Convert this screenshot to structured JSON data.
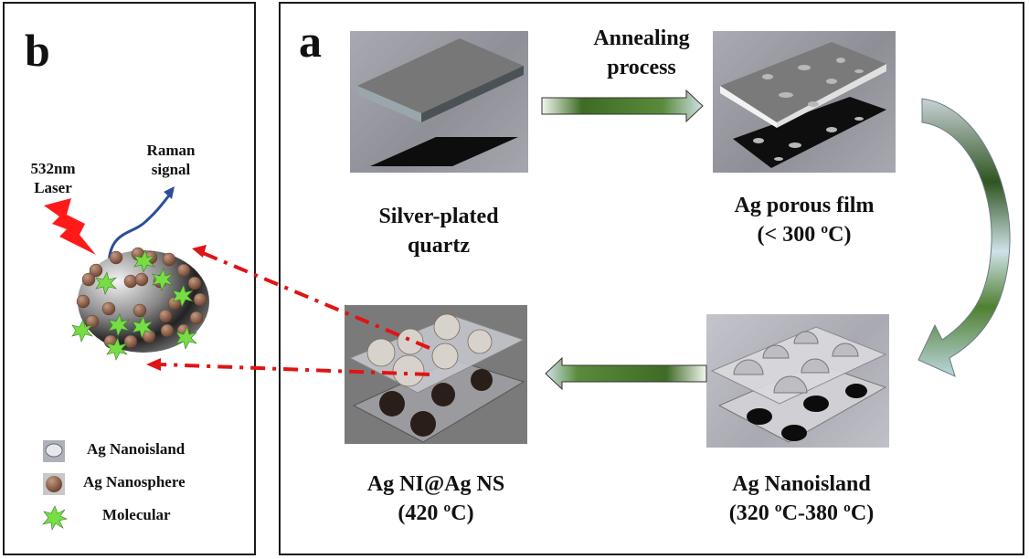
{
  "panel_b": {
    "letter": "b",
    "laser_label": [
      "532nm",
      "Laser"
    ],
    "raman_label": [
      "Raman",
      "signal"
    ],
    "legend": [
      {
        "icon": "ag-nanoisland-icon",
        "label": "Ag Nanoisland"
      },
      {
        "icon": "ag-nanosphere-icon",
        "label": "Ag Nanosphere"
      },
      {
        "icon": "molecule-star-icon",
        "label": "Molecular"
      }
    ]
  },
  "panel_a": {
    "letter": "a",
    "annealing_label": [
      "Annealing",
      "process"
    ],
    "steps": [
      {
        "id": "silver-plated-quartz",
        "title": "Silver-plated",
        "subtitle": "quartz"
      },
      {
        "id": "ag-porous-film",
        "title": "Ag porous film",
        "subtitle": "(< 300 ºC)"
      },
      {
        "id": "ag-nanoisland",
        "title": "Ag Nanoisland",
        "subtitle": "(320 ºC-380 ºC)"
      },
      {
        "id": "ag-ni-ag-ns",
        "title": "Ag NI@Ag NS",
        "subtitle": "(420 ºC)"
      }
    ]
  },
  "colors": {
    "laser_red": "#ff1a1a",
    "raman_blue": "#2a4f9a",
    "molecule_green": "#77dd44",
    "nanosphere_brown": "#8a5a44",
    "arrow_green": "#3f6b25",
    "dashed_red": "#e01414"
  }
}
